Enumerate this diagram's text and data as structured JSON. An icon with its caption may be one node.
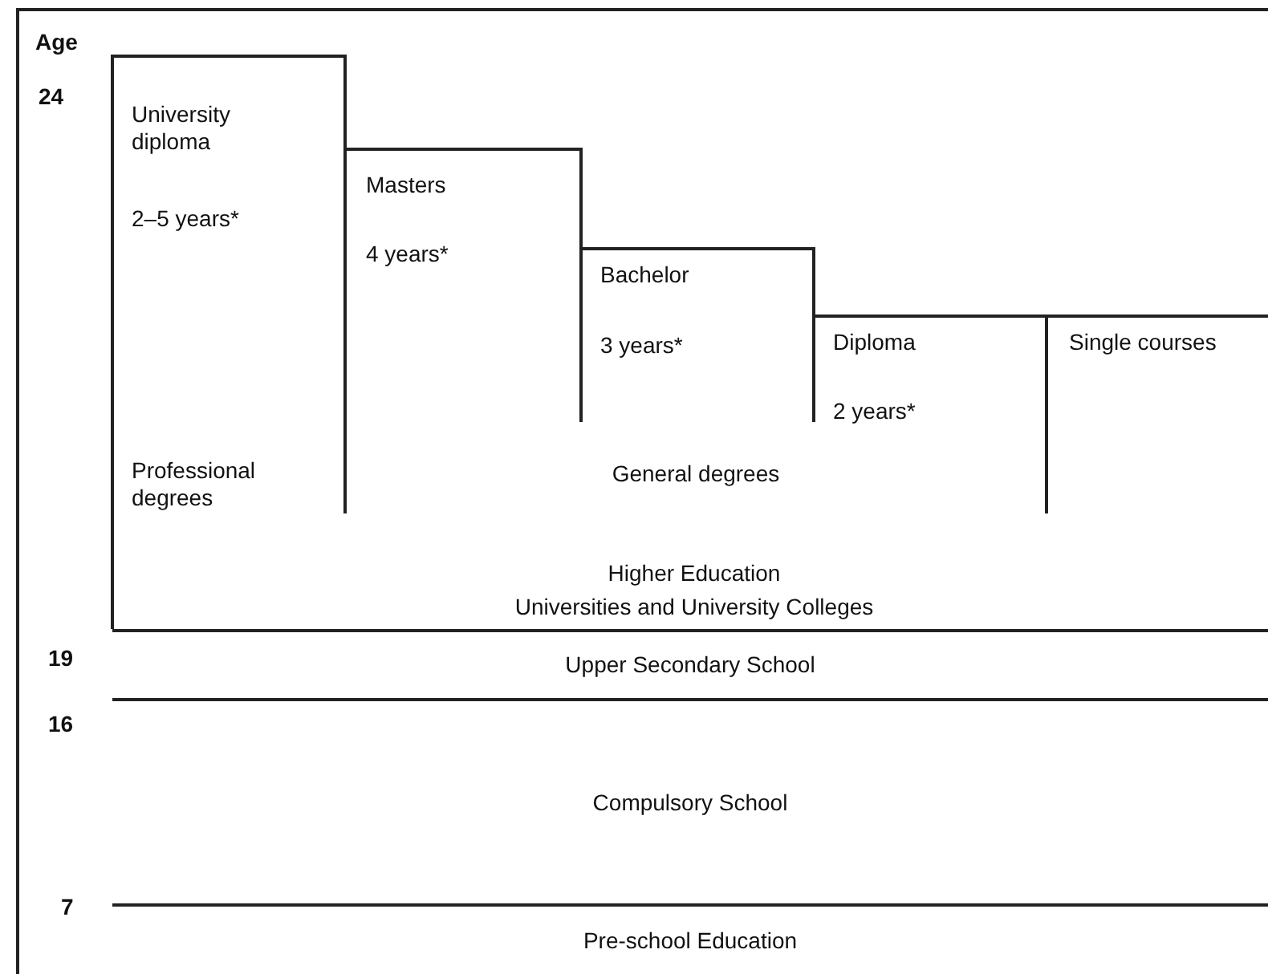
{
  "diagram": {
    "nodes": [
      {
        "text": [
          "Higher Education",
          "Universities and University Colleges"
        ]
      },
      {
        "text": [
          "University diploma",
          "2–5 years*",
          "Professional degrees"
        ],
        "in": 0
      },
      {
        "text": [
          "Masters",
          "4 years*"
        ],
        "in": 0
      },
      {
        "text": [
          "Bachelor",
          "3 years*"
        ],
        "in": 0
      },
      {
        "text": [
          "Diploma",
          "2 years*"
        ],
        "in": 0
      },
      {
        "text": [
          "Single courses"
        ],
        "in": 0
      },
      {
        "text": [
          "Upper Secondary School"
        ]
      },
      {
        "text": [
          "Compulsory School"
        ]
      },
      {
        "text": [
          "Pre-school Education"
        ]
      }
    ],
    "labels": [
      "Age",
      "24",
      "General degrees",
      "19",
      "16",
      "7"
    ]
  }
}
